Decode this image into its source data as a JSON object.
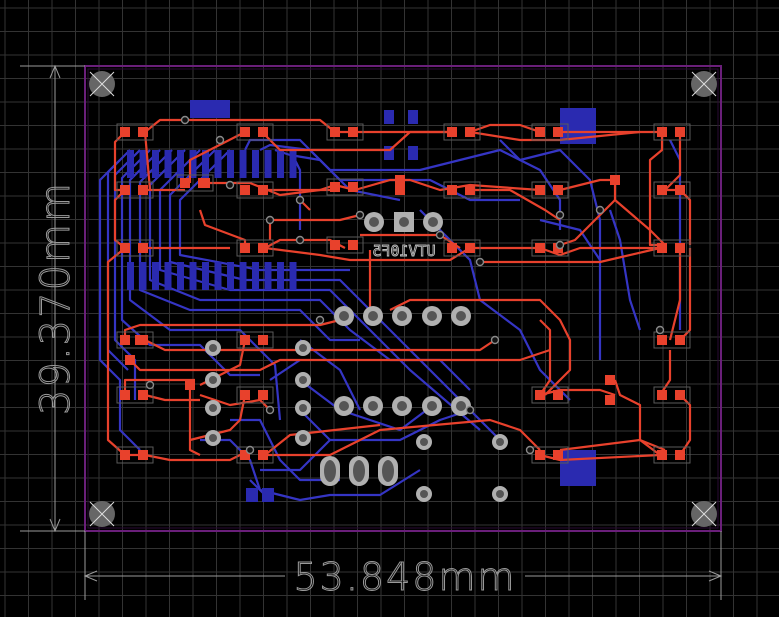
{
  "board": {
    "width_label": "53.848mm",
    "height_label": "39.370mm",
    "silk_label": "UTV10F5"
  },
  "colors": {
    "background": "#000000",
    "grid": "#3a3a3a",
    "outline": "#6a1f7a",
    "dimension": "#9a9a9a",
    "top_copper": "#e8412c",
    "bottom_copper": "#3a3ac8",
    "pad": "#e8412c",
    "via": "#7a7a7a"
  }
}
